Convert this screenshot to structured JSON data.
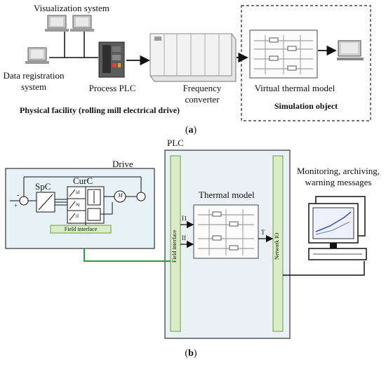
{
  "panel_a": {
    "visualization_system": "Visualization system",
    "data_registration_line1": "Data registration",
    "data_registration_line2": "system",
    "process_plc": "Process PLC",
    "frequency_converter_line1": "Frequency",
    "frequency_converter_line2": "converter",
    "virtual_thermal_model": "Virtual thermal model",
    "physical_facility": "Physical facility (rolling mill electrical drive)",
    "simulation_object": "Simulation object",
    "caption": "(a)",
    "caption_letter": "a"
  },
  "panel_b": {
    "plc": "PLC",
    "drive": "Drive",
    "spc": "SpC",
    "curc": "CurC",
    "id": "id",
    "iq": "iq",
    "if": "if",
    "motor": "M",
    "field_interface_drive": "Field interface",
    "field_interface_plc": "Field interface",
    "network_io": "Network IO",
    "thermal_model": "Thermal model",
    "signal_i1": "I1",
    "signal_if": "If",
    "signal_t": "T",
    "monitoring_line1": "Monitoring, archiving,",
    "monitoring_line2": "warning messages",
    "minus": "-",
    "plus": "+",
    "caption": "(b)",
    "caption_letter": "b"
  },
  "colors": {
    "drive_fill": "#e6f2f5",
    "plc_fill": "#e9f1f5",
    "interface_fill": "#d9ecc6",
    "interface_stroke": "#6a9e48",
    "green_wire": "#2c9b3c",
    "screen_fill": "#3b4ec2"
  }
}
